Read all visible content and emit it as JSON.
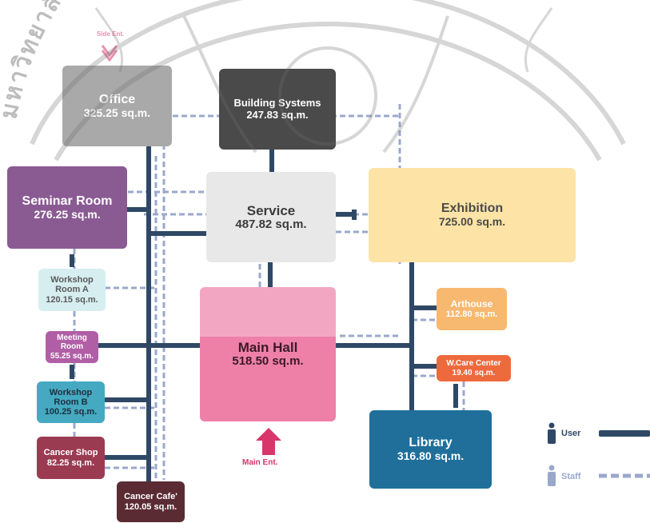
{
  "rooms": {
    "office": {
      "name": "Office",
      "area": "325.25 sq.m.",
      "bg": "#a9a9a9",
      "fg": "#ffffff"
    },
    "building_systems": {
      "name": "Building Systems",
      "area": "247.83 sq.m.",
      "bg": "#4a4a4a",
      "fg": "#ffffff"
    },
    "seminar_room": {
      "name": "Seminar Room",
      "area": "276.25 sq.m.",
      "bg": "#8a5a93",
      "fg": "#ffffff"
    },
    "service": {
      "name": "Service",
      "area": "487.82 sq.m.",
      "bg": "#e8e8e8",
      "fg": "#3b3b3b"
    },
    "exhibition": {
      "name": "Exhibition",
      "area": "725.00 sq.m.",
      "bg": "#fde4a6",
      "fg": "#4a4a4a"
    },
    "workshop_room_a": {
      "name": "Workshop Room A",
      "area": "120.15 sq.m.",
      "bg": "#d6eef0",
      "fg": "#5a5a5a"
    },
    "meeting_room": {
      "name": "Meeting Room",
      "area": "55.25 sq.m.",
      "bg": "#b05ea6",
      "fg": "#ffffff"
    },
    "workshop_room_b": {
      "name": "Workshop Room B",
      "area": "100.25 sq.m.",
      "bg": "#45a9c1",
      "fg": "#1f2f3c"
    },
    "cancer_shop": {
      "name": "Cancer Shop",
      "area": "82.25 sq.m.",
      "bg": "#9b3b52",
      "fg": "#ffffff"
    },
    "cancer_cafe": {
      "name": "Cancer Cafe'",
      "area": "120.05 sq.m.",
      "bg": "#5a2b33",
      "fg": "#ffffff"
    },
    "main_hall": {
      "name": "Main Hall",
      "area": "518.50 sq.m.",
      "bg": "#ee80a8",
      "fg": "#3a1a26"
    },
    "arthouse": {
      "name": "Arthouse",
      "area": "112.80 sq.m.",
      "bg": "#f7b870",
      "fg": "#ffffff"
    },
    "w_care_center": {
      "name": "W.Care Center",
      "area": "19.40 sq.m.",
      "bg": "#ee6a3c",
      "fg": "#ffffff"
    },
    "library": {
      "name": "Library",
      "area": "316.80 sq.m.",
      "bg": "#1f6f9a",
      "fg": "#ffffff"
    }
  },
  "entrances": {
    "main": "Main Ent.",
    "side": "Side Ent."
  },
  "legend": {
    "user": "User",
    "staff": "Staff"
  },
  "watermark_text": "มหาวิทยาลัยเทคโนโลยีพระจอมเกล้าเจ้าคุณทหารลาดกระบัง",
  "colors": {
    "user_line": "#2f4866",
    "staff_line": "#9aa8cc",
    "entrance": "#d8356b",
    "watermark": "#6e6e6e"
  }
}
